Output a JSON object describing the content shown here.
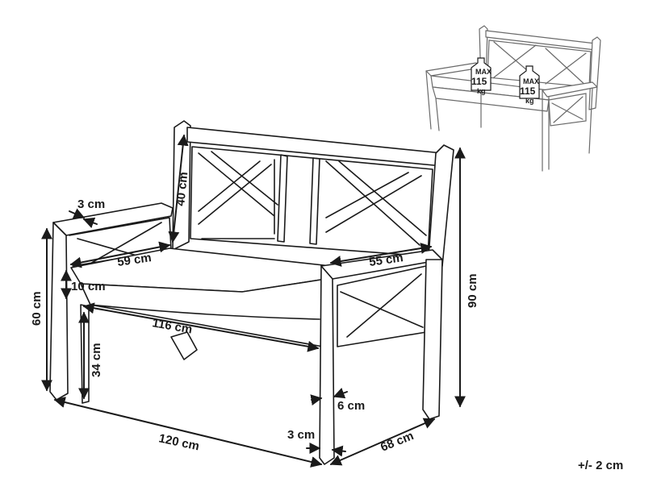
{
  "dimensions": {
    "back_height": "40 cm",
    "arm_thickness": "3 cm",
    "seat_depth": "59 cm",
    "arm_length": "55 cm",
    "cushion_thickness": "10 cm",
    "seat_height": "60 cm",
    "seat_width": "116 cm",
    "clearance_height": "34 cm",
    "total_height": "90 cm",
    "leg_width": "6 cm",
    "leg_depth": "3 cm",
    "total_width": "120 cm",
    "total_depth": "68 cm"
  },
  "tolerance": "+/- 2 cm",
  "max_load": {
    "top": "MAX",
    "value": "115",
    "unit": "kg"
  },
  "colors": {
    "line": "#1a1a1a",
    "thumbnail_line": "#6a6a6a",
    "background": "#ffffff"
  }
}
